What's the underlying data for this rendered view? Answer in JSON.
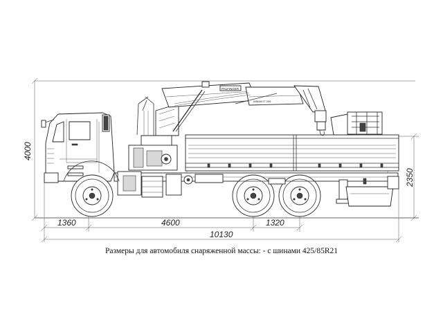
{
  "dimensions": {
    "overall_height": "4000",
    "platform_height": "2350",
    "front_overhang": "1360",
    "wheelbase": "4600",
    "bogie": "1320",
    "overall_length": "10130"
  },
  "crane_labels": {
    "brand": "PALFINGER",
    "model": "INMAN IT 200"
  },
  "caption": "Размеры для автомобиля снаряженной массы: - с шинами 425/85R21"
}
